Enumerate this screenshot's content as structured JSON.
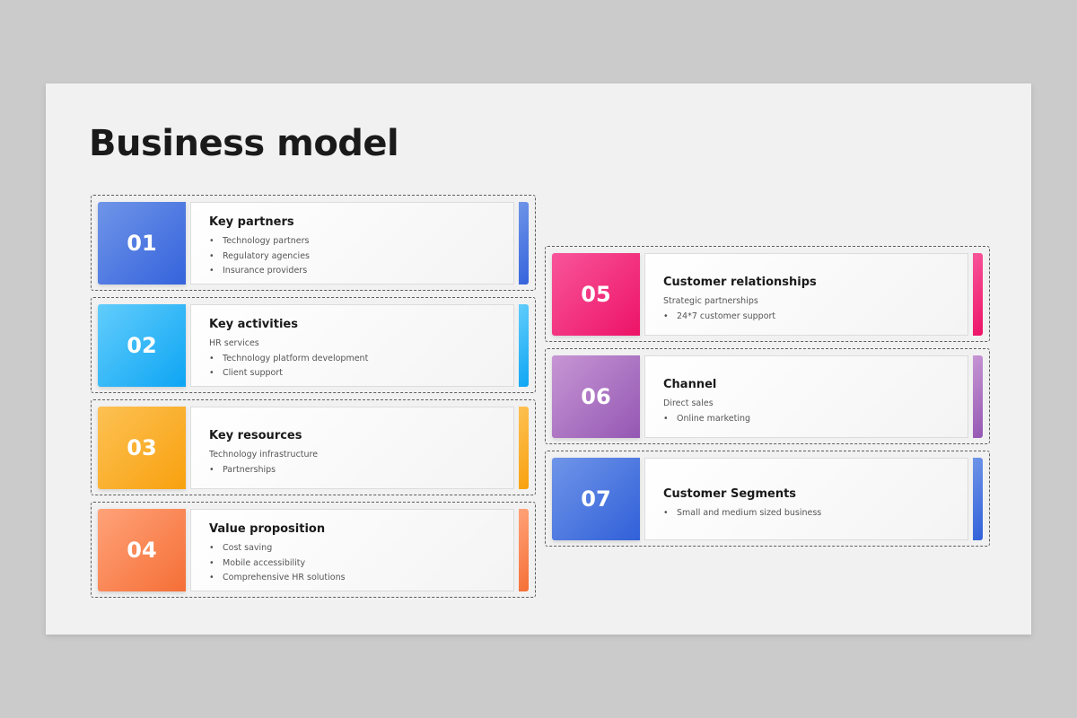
{
  "title": "Business model",
  "items": [
    {
      "number": "01",
      "title": "Key partners",
      "lines": [
        {
          "text": "Technology partners",
          "bullet": true
        },
        {
          "text": "Regulatory agencies",
          "bullet": true
        },
        {
          "text": "Insurance providers",
          "bullet": true
        }
      ],
      "color": "#3563dc"
    },
    {
      "number": "02",
      "title": "Key activities",
      "lines": [
        {
          "text": "HR services",
          "bullet": false
        },
        {
          "text": "Technology platform development",
          "bullet": true
        },
        {
          "text": "Client support",
          "bullet": true
        }
      ],
      "color": "#0ea5f4"
    },
    {
      "number": "03",
      "title": "Key resources",
      "lines": [
        {
          "text": "Technology infrastructure",
          "bullet": false
        },
        {
          "text": "Partnerships",
          "bullet": true
        }
      ],
      "color": "#f8a10f"
    },
    {
      "number": "04",
      "title": "Value proposition",
      "lines": [
        {
          "text": "Cost saving",
          "bullet": true
        },
        {
          "text": "Mobile accessibility",
          "bullet": true
        },
        {
          "text": "Comprehensive HR solutions",
          "bullet": true
        }
      ],
      "color": "#f56f36"
    },
    {
      "number": "05",
      "title": "Customer relationships",
      "lines": [
        {
          "text": "Strategic partnerships",
          "bullet": false
        },
        {
          "text": "24*7 customer support",
          "bullet": true
        }
      ],
      "color": "#ed1367"
    },
    {
      "number": "06",
      "title": "Channel",
      "lines": [
        {
          "text": "Direct sales",
          "bullet": false
        },
        {
          "text": "Online marketing",
          "bullet": true
        }
      ],
      "color": "#9457b3"
    },
    {
      "number": "07",
      "title": "Customer Segments",
      "lines": [
        {
          "text": "Small and medium sized business",
          "bullet": true
        }
      ],
      "color": "#3160d9"
    }
  ]
}
